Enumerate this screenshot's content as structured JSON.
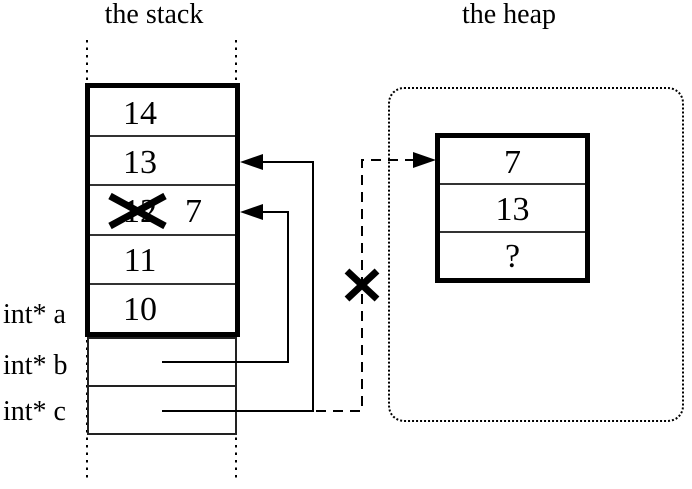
{
  "colors": {
    "ink": "#000000",
    "background": "#ffffff"
  },
  "titles": {
    "stack": "the stack",
    "heap": "the heap"
  },
  "stack_frame": {
    "cells": [
      {
        "value": "14"
      },
      {
        "value": "13"
      },
      {
        "value": "12",
        "crossed_out": true,
        "new_value": "7"
      },
      {
        "value": "11"
      },
      {
        "value": "10"
      }
    ]
  },
  "pointer_variables": [
    {
      "label": "int* a"
    },
    {
      "label": "int* b"
    },
    {
      "label": "int* c"
    }
  ],
  "heap_block": {
    "cells": [
      {
        "value": "7"
      },
      {
        "value": "13"
      },
      {
        "value": "?"
      }
    ]
  }
}
